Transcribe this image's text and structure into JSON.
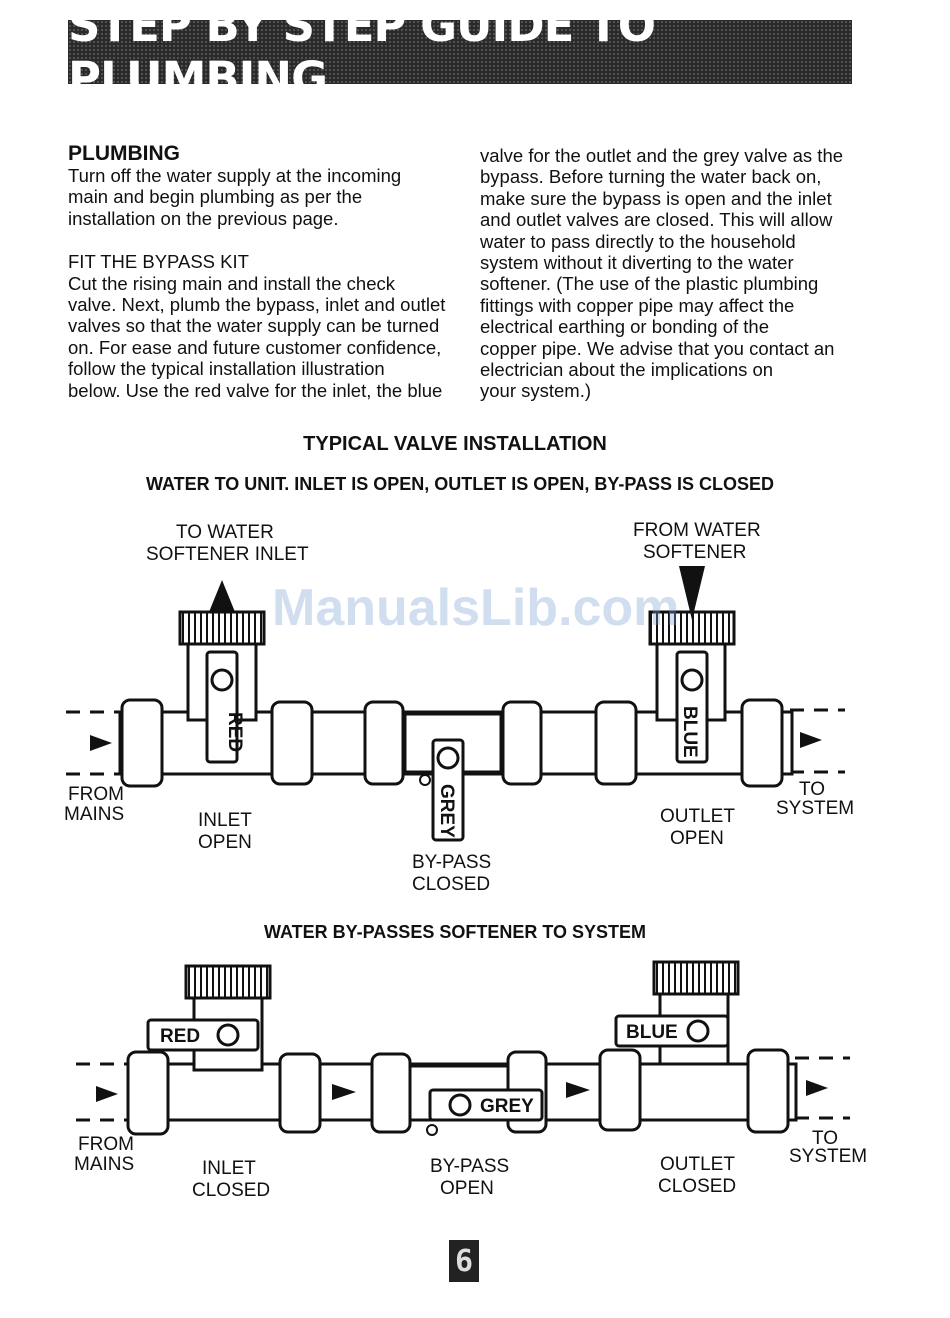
{
  "banner": {
    "title": "STEP BY STEP GUIDE TO PLUMBING"
  },
  "plumbing": {
    "heading": "PLUMBING",
    "intro_lines": [
      "Turn off the water supply at the incoming",
      "main and begin plumbing as per the",
      "installation on the previous page."
    ],
    "bypass_heading": "FIT THE BYPASS KIT",
    "left_lines": [
      "Cut the rising main and install the check",
      "valve. Next, plumb the bypass, inlet and outlet",
      "valves so that the water supply can be turned",
      "on. For ease and future customer confidence,",
      "follow the typical installation illustration",
      "below. Use the red valve for the inlet, the blue"
    ],
    "right_lines": [
      "valve for the outlet and the grey valve as the",
      "bypass. Before turning the water back on,",
      "make sure the bypass is open and the inlet",
      "and outlet valves are closed. This will allow",
      "water to pass directly to the household",
      "system without it diverting to the water",
      "softener. (The use of the plastic plumbing",
      "fittings with copper pipe may affect the",
      "electrical earthing or bonding of the",
      "copper pipe. We advise that you contact an",
      "electrician about the implications on",
      "your system.)"
    ]
  },
  "section_title": "TYPICAL VALVE INSTALLATION",
  "diagram1": {
    "title": "WATER TO UNIT. INLET IS OPEN, OUTLET IS OPEN, BY-PASS IS CLOSED",
    "to_softener_1": "TO WATER",
    "to_softener_2": "SOFTENER INLET",
    "from_softener_1": "FROM WATER",
    "from_softener_2": "SOFTENER",
    "from_mains_1": "FROM",
    "from_mains_2": "MAINS",
    "to_system_1": "TO",
    "to_system_2": "SYSTEM",
    "inlet_1": "INLET",
    "inlet_2": "OPEN",
    "outlet_1": "OUTLET",
    "outlet_2": "OPEN",
    "bypass_1": "BY-PASS",
    "bypass_2": "CLOSED",
    "red_tag": "RED",
    "blue_tag": "BLUE",
    "grey_tag": "GREY"
  },
  "diagram2": {
    "title": "WATER BY-PASSES SOFTENER TO SYSTEM",
    "from_mains_1": "FROM",
    "from_mains_2": "MAINS",
    "to_system_1": "TO",
    "to_system_2": "SYSTEM",
    "inlet_1": "INLET",
    "inlet_2": "CLOSED",
    "bypass_1": "BY-PASS",
    "bypass_2": "OPEN",
    "outlet_1": "OUTLET",
    "outlet_2": "CLOSED",
    "red_tag": "RED",
    "blue_tag": "BLUE",
    "grey_tag": "GREY"
  },
  "watermark": "ManualsLib.com",
  "page_number": "6"
}
